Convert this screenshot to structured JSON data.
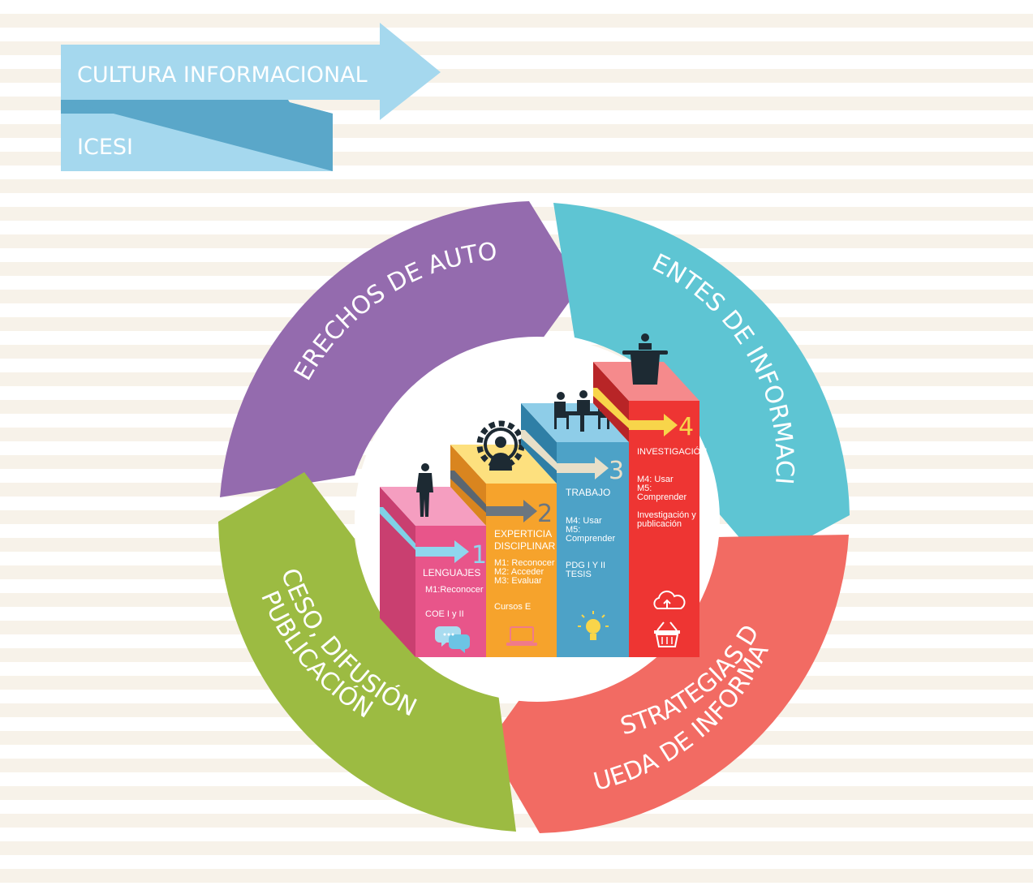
{
  "banner": {
    "title": "CULTURA INFORMACIONAL",
    "subtitle": "ICESI"
  },
  "cycle": {
    "segments": [
      {
        "label": "DERECHOS DE AUTOR",
        "color": "#946bae"
      },
      {
        "label": "FUENTES DE INFORMACIÓN",
        "color": "#5ec5d3"
      },
      {
        "label_line1": "ESTRATEGIAS DE",
        "label_line2": "BÚSQUEDA DE INFORMACIÓN",
        "color": "#f26b63"
      },
      {
        "label_line1": "ACCESO, DIFUSIÓN Y",
        "label_line2": "PUBLICACIÓN",
        "color": "#9cbb42"
      }
    ]
  },
  "steps": [
    {
      "number": "1",
      "title": "LENGUAJES",
      "modules": [
        "M1:Reconocer"
      ],
      "courses": "COE I y  II",
      "icon": "chat-bubbles-icon",
      "color": "#e8558a"
    },
    {
      "number": "2",
      "title_line1": "EXPERTICIA",
      "title_line2": "DISCIPLINAR",
      "modules": [
        "M1: Reconocer",
        "M2: Acceder",
        "M3: Evaluar"
      ],
      "courses": "Cursos E",
      "icon": "laptop-icon",
      "color": "#f6a32c"
    },
    {
      "number": "3",
      "title": "TRABAJO",
      "modules": [
        "M4: Usar",
        "M5:",
        "Comprender"
      ],
      "courses_line1": "PDG I Y II",
      "courses_line2": "TESIS",
      "icon": "light-bulb-icon",
      "color": "#4da2c7"
    },
    {
      "number": "4",
      "title": "INVESTIGACIÓN",
      "modules": [
        "M4: Usar",
        "M5:",
        "Comprender"
      ],
      "courses_line1": "Investigación y",
      "courses_line2": "publicación",
      "icons": [
        "cloud-upload-icon",
        "basket-icon"
      ],
      "color": "#ee3533"
    }
  ]
}
